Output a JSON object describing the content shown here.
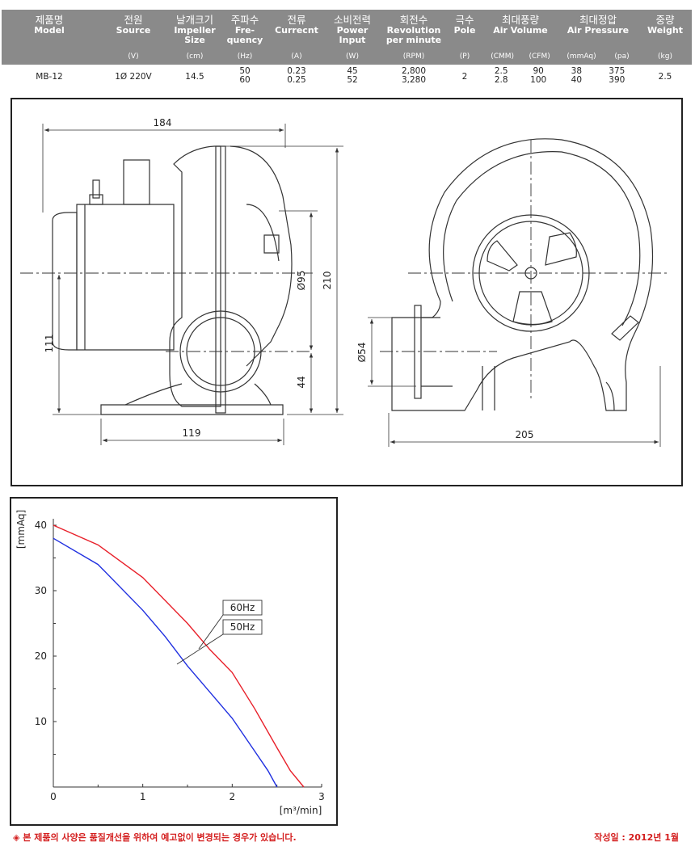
{
  "table": {
    "columns": [
      {
        "kr": "제품명",
        "en": "Model",
        "unit": ""
      },
      {
        "kr": "전원",
        "en": "Source",
        "unit": "(V)"
      },
      {
        "kr": "날개크기",
        "en": "Impeller Size",
        "unit": "(cm)"
      },
      {
        "kr": "주파수",
        "en": "Fre- quency",
        "unit": "(Hz)"
      },
      {
        "kr": "전류",
        "en": "Currecnt",
        "unit": "(A)"
      },
      {
        "kr": "소비전력",
        "en": "Power Input",
        "unit": "(W)"
      },
      {
        "kr": "회전수",
        "en": "Revolution per minute",
        "unit": "(RPM)"
      },
      {
        "kr": "극수",
        "en": "Pole",
        "unit": "(P)"
      },
      {
        "kr": "최대풍량",
        "en": "Air Volume",
        "unit_a": "(CMM)",
        "unit_b": "(CFM)"
      },
      {
        "kr": "최대정압",
        "en": "Air Pressure",
        "unit_a": "(mmAq)",
        "unit_b": "(pa)"
      },
      {
        "kr": "중량",
        "en": "Weight",
        "unit": "(kg)"
      }
    ],
    "row": {
      "model": "MB-12",
      "source": "1Ø 220V",
      "impeller": "14.5",
      "freq": [
        "50",
        "60"
      ],
      "current": [
        "0.23",
        "0.25"
      ],
      "power": [
        "45",
        "52"
      ],
      "rpm": [
        "2,800",
        "3,280"
      ],
      "pole": "2",
      "air_cmm": [
        "2.5",
        "2.8"
      ],
      "air_cfm": [
        "90",
        "100"
      ],
      "press_mmaq": [
        "38",
        "40"
      ],
      "press_pa": [
        "375",
        "390"
      ],
      "weight": "2.5"
    }
  },
  "drawing": {
    "dims": {
      "width_top": "184",
      "height_total": "210",
      "outlet_dia": "Ø95",
      "outlet_height": "44",
      "axis_height": "111",
      "base_width": "119",
      "inlet_dia": "Ø54",
      "width_front": "205"
    }
  },
  "chart_data": {
    "type": "line",
    "xlabel": "[m³/min]",
    "ylabel": "[mmAq]",
    "xlim": [
      0,
      3
    ],
    "ylim": [
      0,
      40
    ],
    "x_ticks": [
      "0",
      "1",
      "2",
      "3"
    ],
    "y_ticks": [
      "10",
      "20",
      "30",
      "40"
    ],
    "series": [
      {
        "name": "60Hz",
        "color": "#e8202a",
        "x": [
          0,
          0.5,
          1.0,
          1.5,
          1.75,
          2.0,
          2.25,
          2.5,
          2.65,
          2.8
        ],
        "y": [
          40,
          37,
          32,
          25,
          21,
          17.5,
          12,
          6,
          2.5,
          0
        ]
      },
      {
        "name": "50Hz",
        "color": "#2030e0",
        "x": [
          0,
          0.5,
          1.0,
          1.25,
          1.5,
          1.75,
          2.0,
          2.25,
          2.4,
          2.5
        ],
        "y": [
          38,
          34,
          27,
          23,
          18.5,
          14.5,
          10.5,
          5.5,
          2.5,
          0
        ]
      }
    ],
    "grid": false
  },
  "footer": {
    "note": "◈ 본 제품의 사양은 품질개선을 위하여 예고없이 변경되는 경우가 있습니다.",
    "date": "작성일 : 2012년 1월"
  }
}
